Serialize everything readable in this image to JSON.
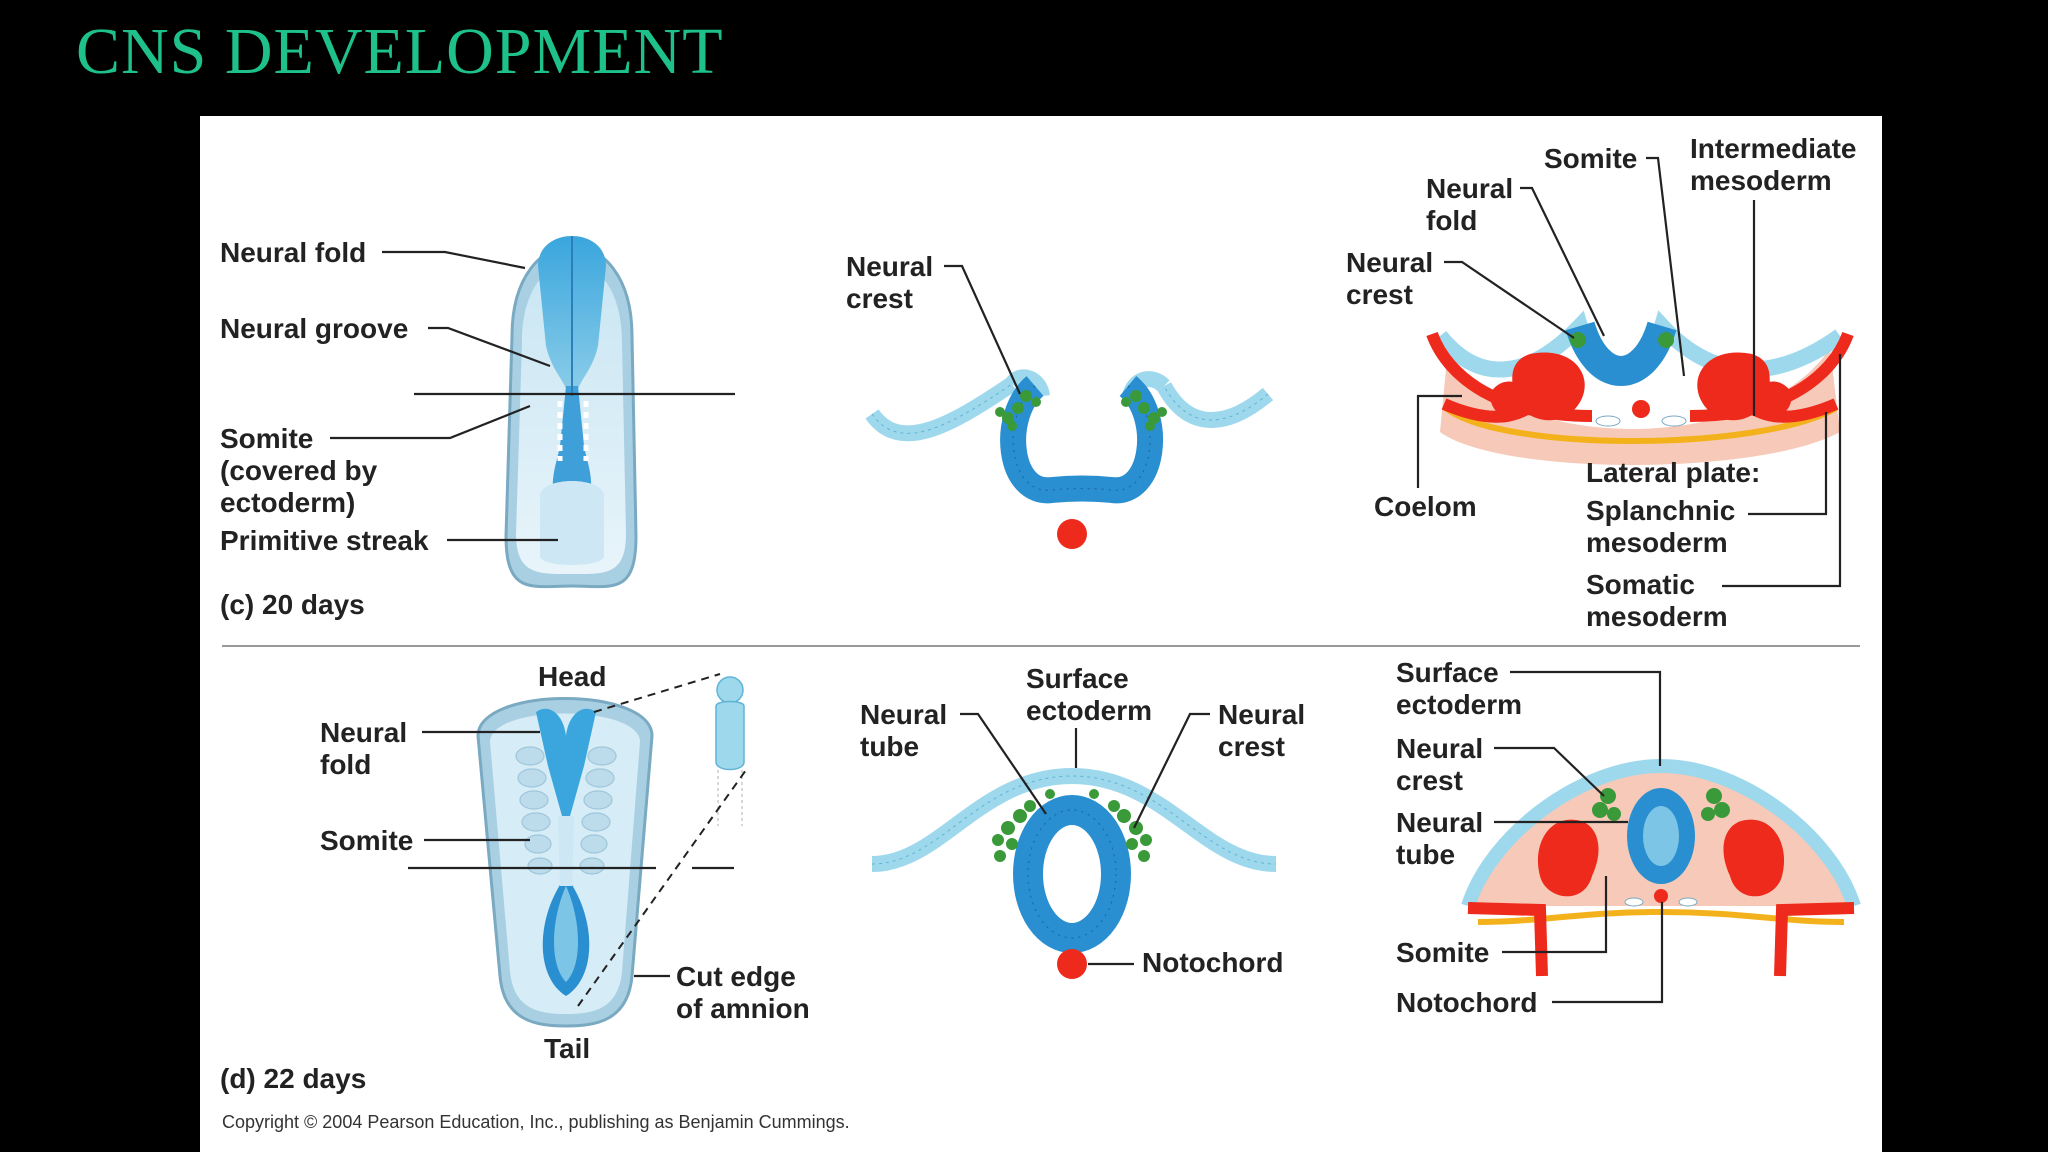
{
  "slide": {
    "title": "CNS DEVELOPMENT"
  },
  "panel_c": {
    "caption": "(c) 20 days",
    "embryo": {
      "neural_fold": "Neural fold",
      "neural_groove": "Neural groove",
      "somite": [
        "Somite",
        "(covered by",
        "ectoderm)"
      ],
      "primitive_streak": "Primitive streak"
    },
    "section_a": {
      "neural_crest": [
        "Neural",
        "crest"
      ]
    },
    "section_b": {
      "somite": "Somite",
      "intermediate_mesoderm": [
        "Intermediate",
        "mesoderm"
      ],
      "neural_fold": [
        "Neural",
        "fold"
      ],
      "neural_crest": [
        "Neural",
        "crest"
      ],
      "coelom": "Coelom",
      "lateral_plate": "Lateral plate:",
      "splanchnic": [
        "Splanchnic",
        "mesoderm"
      ],
      "somatic": [
        "Somatic",
        "mesoderm"
      ]
    }
  },
  "panel_d": {
    "caption": "(d) 22 days",
    "embryo": {
      "head": "Head",
      "tail": "Tail",
      "neural_fold": [
        "Neural",
        "fold"
      ],
      "somite": "Somite",
      "cut_edge": [
        "Cut edge",
        "of amnion"
      ]
    },
    "section_a": {
      "surface_ectoderm": [
        "Surface",
        "ectoderm"
      ],
      "neural_tube": [
        "Neural",
        "tube"
      ],
      "neural_crest": [
        "Neural",
        "crest"
      ],
      "notochord": "Notochord"
    },
    "section_b": {
      "surface_ectoderm": [
        "Surface",
        "ectoderm"
      ],
      "neural_crest": [
        "Neural",
        "crest"
      ],
      "neural_tube": [
        "Neural",
        "tube"
      ],
      "somite": "Somite",
      "notochord": "Notochord"
    }
  },
  "copyright": "Copyright © 2004 Pearson Education, Inc., publishing as Benjamin Cummings.",
  "colors": {
    "title": "#1ec18a",
    "neural": "#2a8fd0",
    "ectoderm": "#9ed8ec",
    "crest": "#3a9a3a",
    "mesoderm": "#ee2a1c",
    "endoderm": "#f3b21c",
    "mesenchyme": "#f7c9b8"
  }
}
